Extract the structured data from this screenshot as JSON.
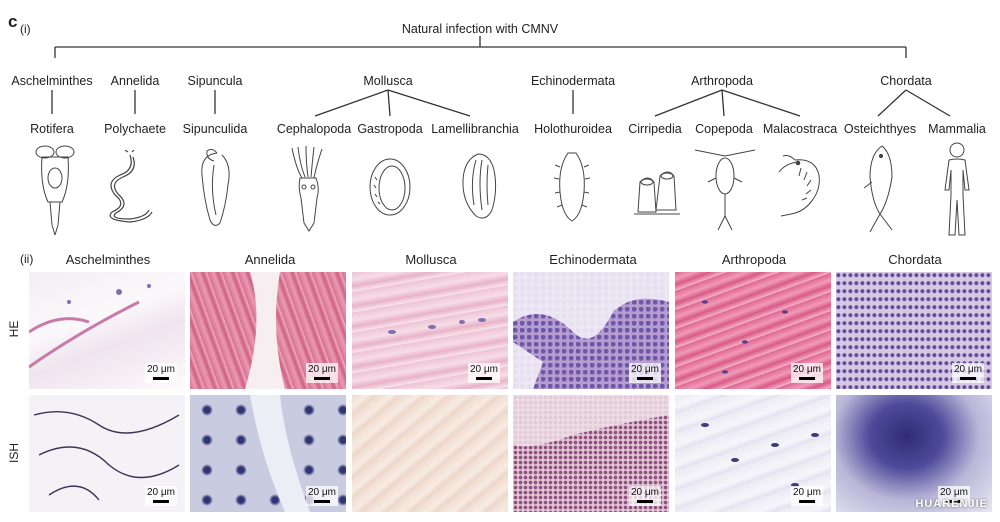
{
  "panel": {
    "letter": "c",
    "part_i": "(i)",
    "part_ii": "(ii)"
  },
  "tree": {
    "root": "Natural infection with CMNV",
    "phyla": [
      "Aschelminthes",
      "Annelida",
      "Sipuncula",
      "Mollusca",
      "Echinodermata",
      "Arthropoda",
      "Chordata"
    ],
    "classes": [
      "Rotifera",
      "Polychaete",
      "Sipunculida",
      "Cephalopoda",
      "Gastropoda",
      "Lamellibranchia",
      "Holothuroidea",
      "Cirripedia",
      "Copepoda",
      "Malacostraca",
      "Osteichthyes",
      "Mammalia"
    ]
  },
  "organisms": {
    "icons": [
      "rotifer-icon",
      "polychaete-worm-icon",
      "sipunculid-icon",
      "squid-icon",
      "snail-shell-icon",
      "oyster-icon",
      "sea-cucumber-icon",
      "barnacle-icon",
      "copepod-icon",
      "shrimp-icon",
      "fish-icon",
      "human-icon"
    ]
  },
  "micrographs": {
    "columns": [
      "Aschelminthes",
      "Annelida",
      "Mollusca",
      "Echinodermata",
      "Arthropoda",
      "Chordata"
    ],
    "rows": [
      "HE",
      "ISH"
    ],
    "scale_bar": "20 μm",
    "scale_bar_last": "20 μm",
    "watermark": "HUARENJIE"
  },
  "colors": {
    "he_pink": "#e58fb2",
    "he_purple": "#6a4fa3",
    "ish_blue": "#3a3f8a",
    "line": "#333333"
  }
}
